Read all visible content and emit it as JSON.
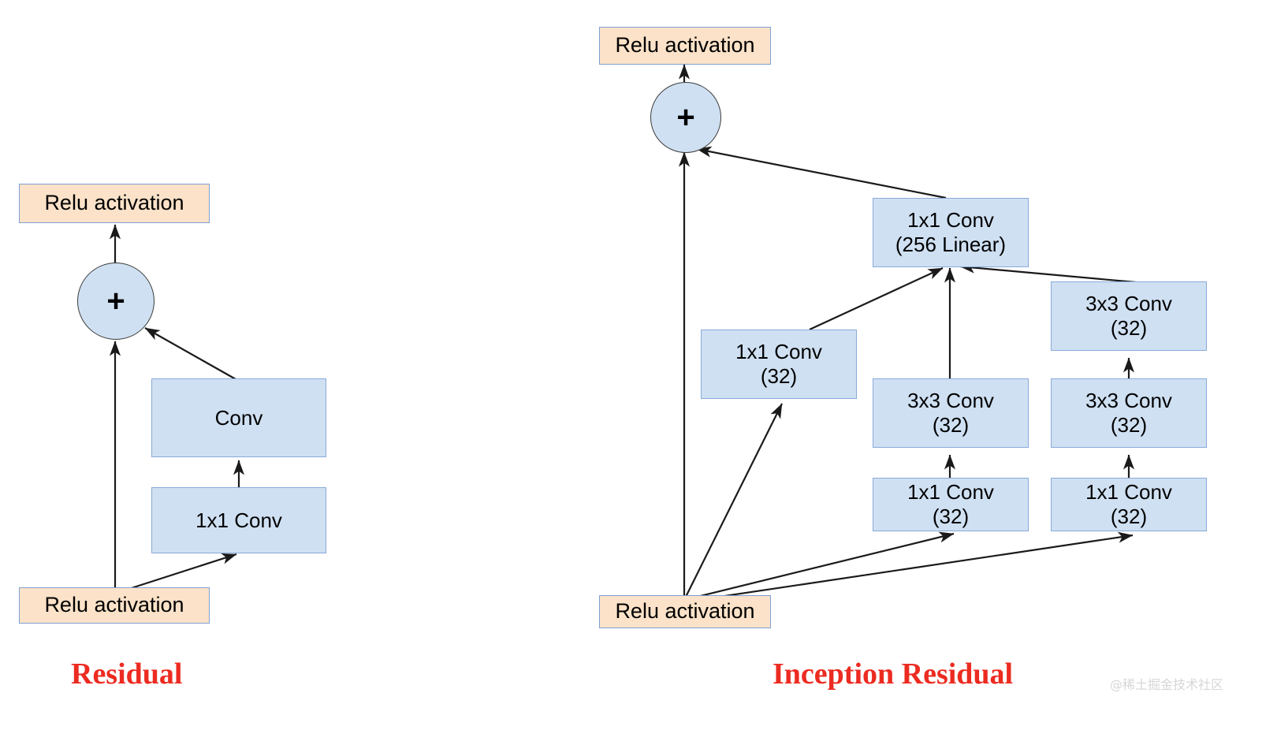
{
  "diagram": {
    "title_left": "Residual",
    "title_right": "Inception Residual",
    "watermark": "@稀土掘金技术社区",
    "plus_symbol": "+",
    "colors": {
      "relu_fill": "#fbe2c8",
      "relu_border": "#7f9fd4",
      "conv_fill": "#cfe0f2",
      "conv_border": "#8aaada",
      "caption": "#ec2b21",
      "arrow": "#1a1a1a",
      "watermark": "#d6d6d6",
      "background": "#ffffff"
    }
  },
  "residual": {
    "relu_top": "Relu activation",
    "sum": "+",
    "conv": "Conv",
    "conv_1x1": "1x1 Conv",
    "relu_bottom": "Relu activation",
    "caption": "Residual"
  },
  "inception": {
    "relu_top": "Relu activation",
    "sum": "+",
    "merge_line1": "1x1 Conv",
    "merge_line2": "(256 Linear)",
    "branch_a": {
      "line1": "1x1 Conv",
      "line2": "(32)"
    },
    "branch_b": {
      "top_line1": "3x3 Conv",
      "top_line2": "(32)",
      "bottom_line1": "1x1 Conv",
      "bottom_line2": "(32)"
    },
    "branch_c": {
      "top_line1": "3x3 Conv",
      "top_line2": "(32)",
      "mid_line1": "3x3 Conv",
      "mid_line2": "(32)",
      "bottom_line1": "1x1 Conv",
      "bottom_line2": "(32)"
    },
    "relu_bottom": "Relu activation",
    "caption": "Inception Residual"
  }
}
